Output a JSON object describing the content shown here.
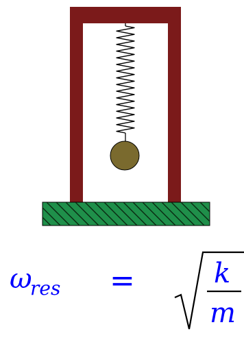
{
  "colors": {
    "frame": "#7b1a1a",
    "ground": "#1f8f4a",
    "hatch": "#0a2a12",
    "mass": "#7a6a2e",
    "spring": "#000000",
    "equation": "#0000ff",
    "radical": "#000000"
  },
  "equation": {
    "omega": "ω",
    "subscript": "res",
    "equals": "=",
    "numerator": "k",
    "denominator": "m"
  }
}
